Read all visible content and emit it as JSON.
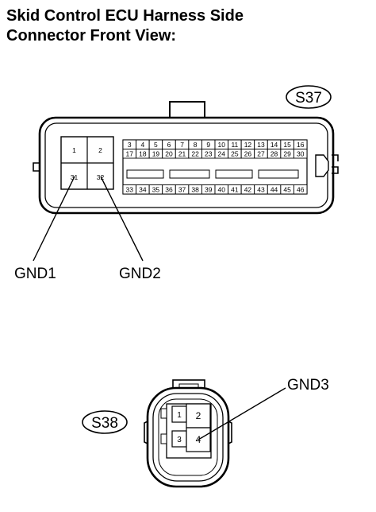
{
  "title": {
    "line1": "Skid Control ECU Harness Side",
    "line2": "Connector Front View:"
  },
  "connector_s37": {
    "id": "S37",
    "gnd_block_top": [
      "1",
      "2"
    ],
    "gnd_block_bottom": [
      "31",
      "32"
    ],
    "row1": [
      "3",
      "4",
      "5",
      "6",
      "7",
      "8",
      "9",
      "10",
      "11",
      "12",
      "13",
      "14",
      "15",
      "16"
    ],
    "row2": [
      "17",
      "18",
      "19",
      "20",
      "21",
      "22",
      "23",
      "24",
      "25",
      "26",
      "27",
      "28",
      "29",
      "30"
    ],
    "row3": [
      "33",
      "34",
      "35",
      "36",
      "37",
      "38",
      "39",
      "40",
      "41",
      "42",
      "43",
      "44",
      "45",
      "46"
    ],
    "labels": [
      "GND1",
      "GND2"
    ]
  },
  "connector_s38": {
    "id": "S38",
    "pins_top": [
      "1",
      "2"
    ],
    "pins_bottom": [
      "3",
      "4"
    ],
    "label": "GND3"
  }
}
